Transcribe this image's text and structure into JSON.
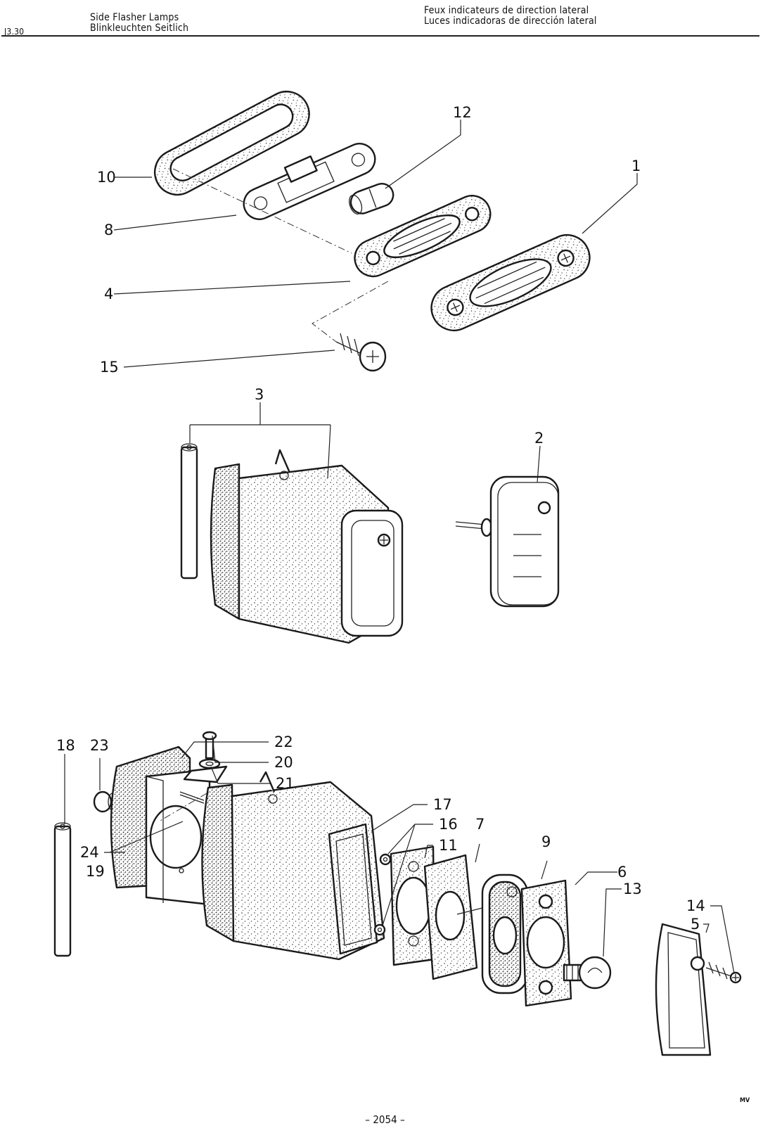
{
  "header": {
    "code": "J3.30",
    "title_en": "Side Flasher Lamps",
    "title_de": "Blinkleuchten Seitlich",
    "title_fr": "Feux indicateurs de direction lateral",
    "title_es": "Luces indicadoras de dirección lateral"
  },
  "footer": {
    "page_number": "– 2054 –",
    "artist_mark": "MV"
  },
  "callouts": {
    "c1": "1",
    "c2": "2",
    "c3": "3",
    "c4": "4",
    "c5": "5",
    "c6": "6",
    "c7": "7",
    "c8": "8",
    "c9": "9",
    "c10": "10",
    "c11": "11",
    "c12": "12",
    "c13": "13",
    "c14": "14",
    "c15": "15",
    "c16": "16",
    "c17": "17",
    "c18": "18",
    "c19": "19",
    "c20": "20",
    "c21": "21",
    "c22": "22",
    "c23": "23",
    "c24": "24"
  },
  "icons": [
    "phillips-screw-icon",
    "bulb-icon"
  ]
}
